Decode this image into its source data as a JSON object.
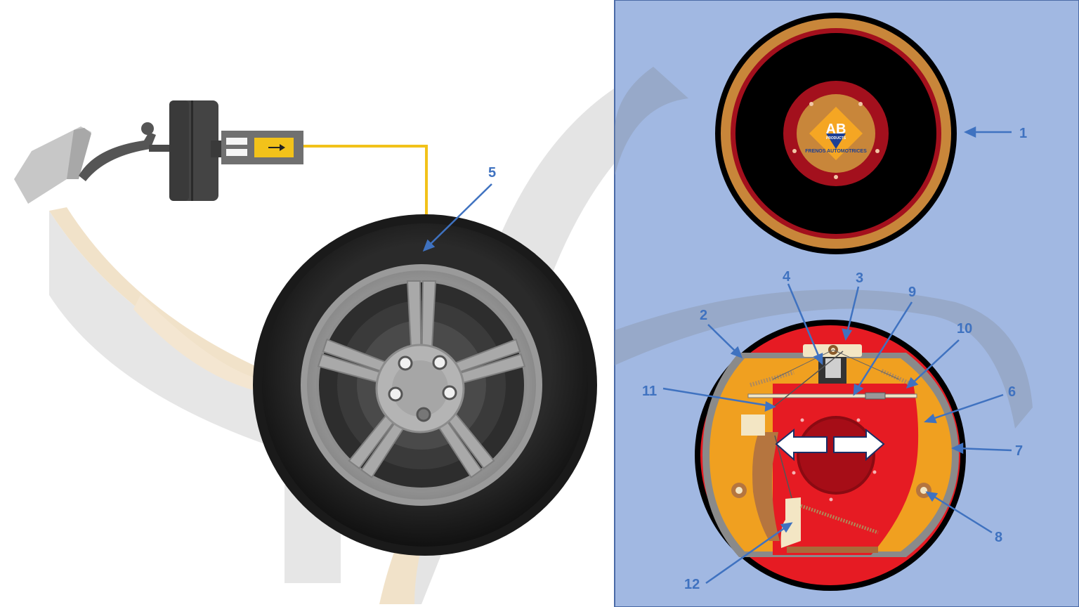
{
  "colors": {
    "callout": "#3f72c0",
    "panel_bg": "#a1b8e2",
    "panel_border": "#4a6aa6",
    "drum_red": "#e61b23",
    "shoe_orange": "#f0a020",
    "lining_gold": "#c8863a",
    "hose_yellow": "#f2c21a",
    "logo_gold": "#f5a623",
    "logo_blue": "#1c3f94"
  },
  "logo": {
    "letters": "AB",
    "sub": "PRODUCTS",
    "caption": "FRENOS AUTOMOTRICES"
  },
  "labels": [
    "1",
    "2",
    "3",
    "4",
    "5",
    "6",
    "7",
    "8",
    "9",
    "10",
    "11",
    "12"
  ],
  "icons": {
    "pedal": "brake-pedal-icon",
    "booster": "brake-booster-icon",
    "master_cylinder": "master-cylinder-icon",
    "wheel": "wheel-icon",
    "arrows": "double-arrow-icon"
  }
}
